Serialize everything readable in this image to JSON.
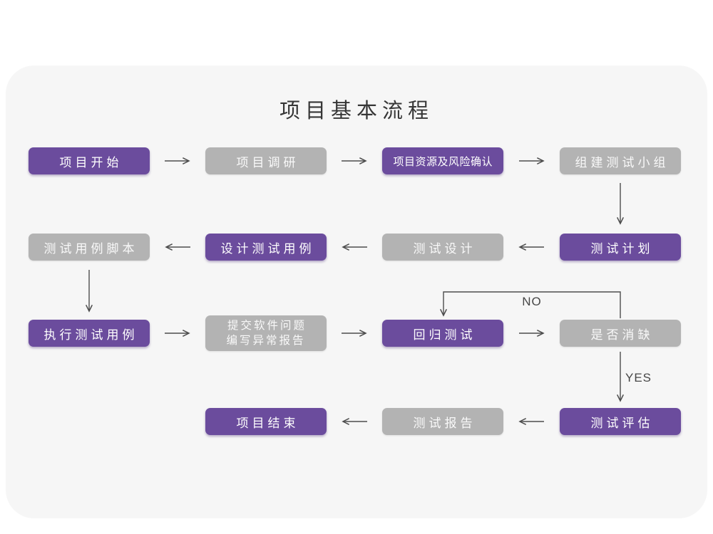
{
  "title": "项目基本流程",
  "colors": {
    "purple": "#6b4c9d",
    "gray": "#b3b3b3",
    "card_bg": "#f6f6f6",
    "arrow": "#4d4d4d"
  },
  "flow": {
    "nodes": [
      {
        "id": "project-start",
        "label": "项目开始",
        "variant": "purple"
      },
      {
        "id": "project-research",
        "label": "项目调研",
        "variant": "gray"
      },
      {
        "id": "project-resources-risk",
        "label": "项目资源及风险确认",
        "variant": "purple"
      },
      {
        "id": "build-test-team",
        "label": "组建测试小组",
        "variant": "gray"
      },
      {
        "id": "test-case-script",
        "label": "测试用例脚本",
        "variant": "gray"
      },
      {
        "id": "design-test-cases",
        "label": "设计测试用例",
        "variant": "purple"
      },
      {
        "id": "test-design",
        "label": "测试设计",
        "variant": "gray"
      },
      {
        "id": "test-plan",
        "label": "测试计划",
        "variant": "purple"
      },
      {
        "id": "execute-test-cases",
        "label": "执行测试用例",
        "variant": "purple"
      },
      {
        "id": "submit-issue-report",
        "label": "提交软件问题\n编写异常报告",
        "variant": "gray"
      },
      {
        "id": "regression-test",
        "label": "回归测试",
        "variant": "purple"
      },
      {
        "id": "defect-cleared",
        "label": "是否消缺",
        "variant": "gray"
      },
      {
        "id": "project-end",
        "label": "项目结束",
        "variant": "purple"
      },
      {
        "id": "test-report",
        "label": "测试报告",
        "variant": "gray"
      },
      {
        "id": "test-evaluation",
        "label": "测试评估",
        "variant": "purple"
      }
    ],
    "edge_labels": {
      "no": "NO",
      "yes": "YES"
    }
  }
}
